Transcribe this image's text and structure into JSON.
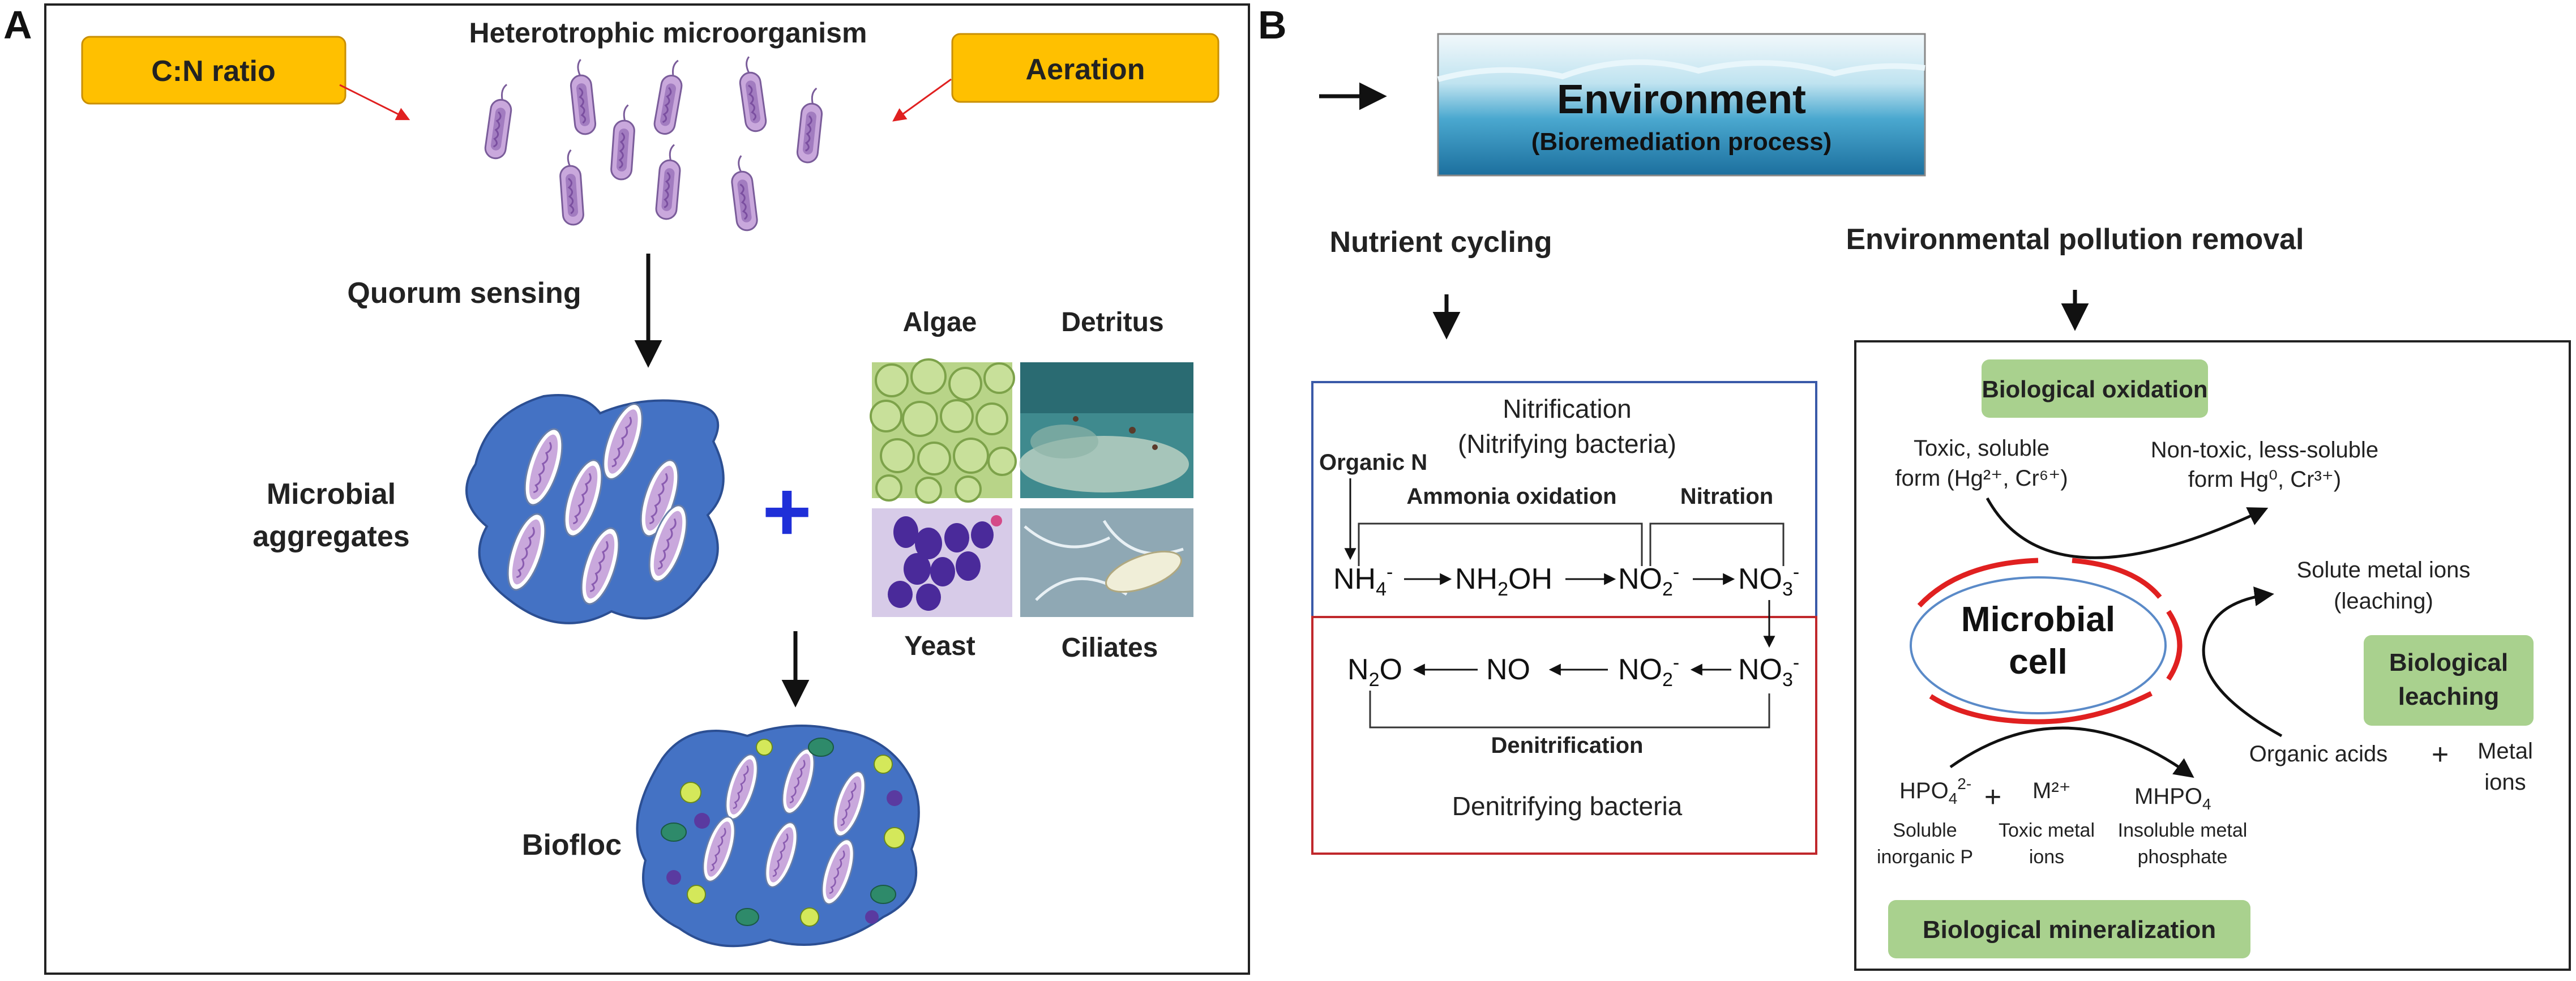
{
  "panel_a": {
    "letter": "A",
    "title": "Heterotrophic microorganism",
    "cn_ratio": "C:N ratio",
    "aeration": "Aeration",
    "quorum": "Quorum sensing",
    "aggregates_l1": "Microbial",
    "aggregates_l2": "aggregates",
    "plus": "+",
    "algae": "Algae",
    "detritus": "Detritus",
    "yeast": "Yeast",
    "ciliates": "Ciliates",
    "biofloc": "Biofloc"
  },
  "panel_b": {
    "letter": "B",
    "env_title": "Environment",
    "env_sub": "(Bioremediation process)",
    "nutrient": "Nutrient cycling",
    "pollution": "Environmental pollution removal",
    "nitrification": "Nitrification",
    "nitrifying": "(Nitrifying bacteria)",
    "organic_n": "Organic N",
    "ammonia_ox": "Ammonia oxidation",
    "nitration": "Nitration",
    "denitrification": "Denitrification",
    "denitrifying": "Denitrifying bacteria",
    "bio_ox": "Biological oxidation",
    "toxic_l1": "Toxic, soluble",
    "toxic_l2": "form (Hg²⁺, Cr⁶⁺)",
    "nontoxic_l1": "Non-toxic, less-soluble",
    "nontoxic_l2": "form Hg⁰, Cr³⁺)",
    "solute_l1": "Solute metal ions",
    "solute_l2": "(leaching)",
    "cell_l1": "Microbial",
    "cell_l2": "cell",
    "leach_l1": "Biological",
    "leach_l2": "leaching",
    "organic_acids": "Organic acids",
    "plus": "+",
    "metal_l1": "Metal",
    "metal_l2": "ions",
    "m2": "M²⁺",
    "soluble_l1": "Soluble",
    "soluble_l2": "inorganic P",
    "toxic_metal_l1": "Toxic metal",
    "toxic_metal_l2": "ions",
    "insoluble_l1": "Insoluble metal",
    "insoluble_l2": "phosphate",
    "bio_min": "Biological mineralization"
  },
  "colors": {
    "orange_box": "#ffc000",
    "cell_blue": "#4472c4",
    "green_label": "#a9d18e",
    "red_arrow": "#e02020",
    "nitri_border": "#3a5aa8",
    "denitri_border": "#c0282c"
  }
}
